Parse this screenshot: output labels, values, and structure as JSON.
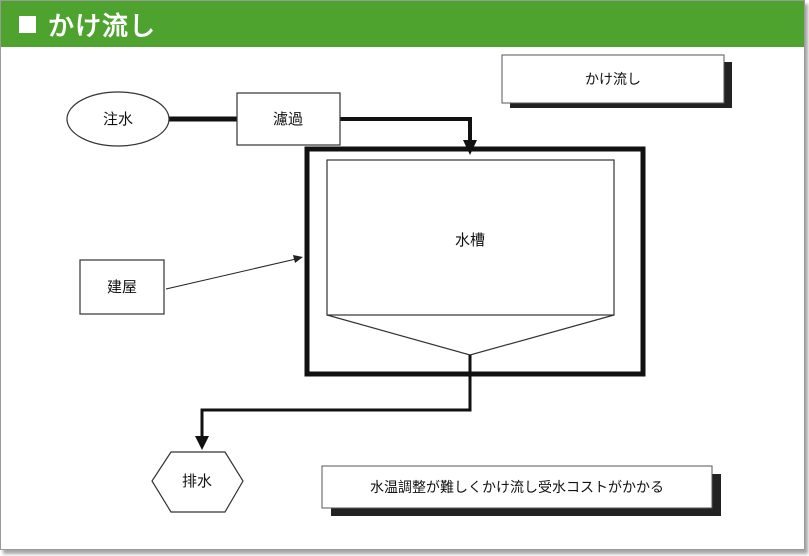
{
  "header": {
    "title": "かけ流し"
  },
  "diagram": {
    "tag_label": "かけ流し",
    "nodes": {
      "water_inlet": "注水",
      "filter": "濾過",
      "tank": "水槽",
      "building": "建屋",
      "drain": "排水"
    },
    "note": "水温調整が難しくかけ流し受水コストがかかる"
  },
  "colors": {
    "header_green": "#4ea32f",
    "line": "#111111"
  }
}
